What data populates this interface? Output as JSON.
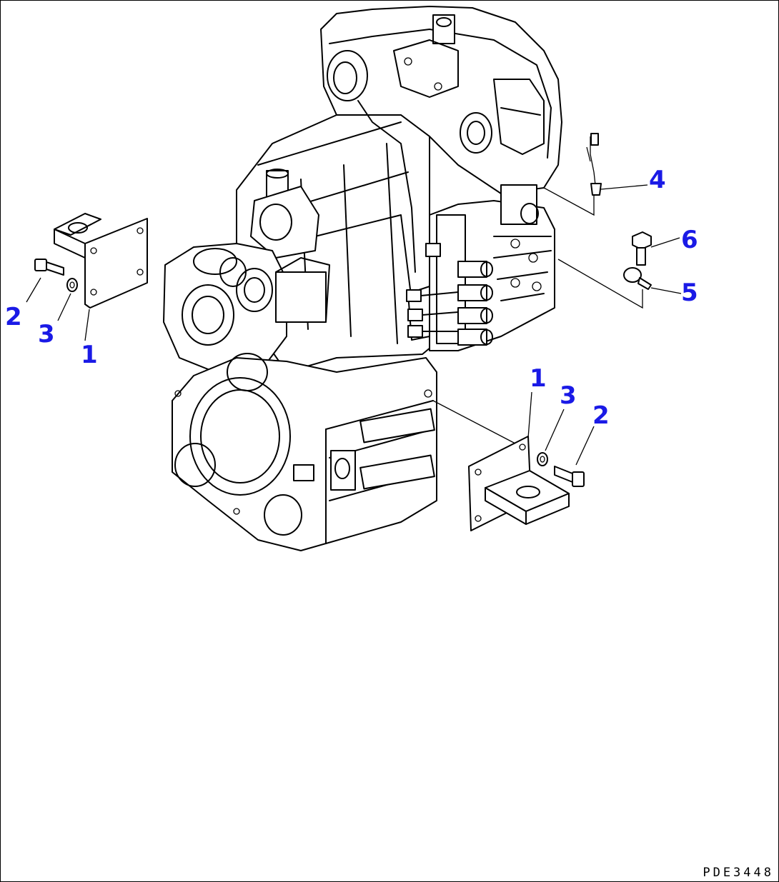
{
  "callouts": {
    "left_bracket": "1",
    "left_bolt": "2",
    "left_washer": "3",
    "right_bracket": "1",
    "right_washer": "3",
    "right_bolt": "2",
    "sensor": "4",
    "clamp": "5",
    "clamp_bolt": "6"
  },
  "drawing_code": "PDE3448",
  "colors": {
    "callout": "#1a1ae6",
    "line": "#000000",
    "background": "#ffffff"
  }
}
